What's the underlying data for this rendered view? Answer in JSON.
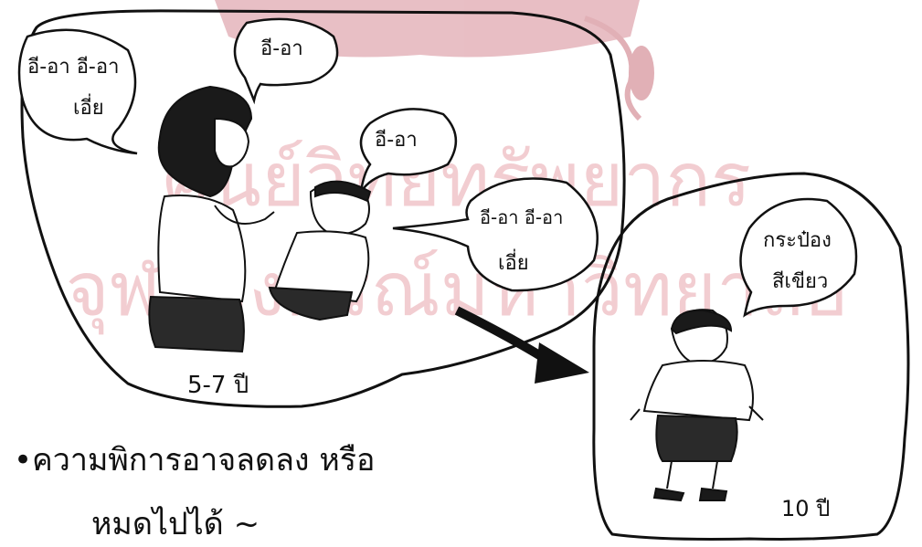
{
  "panel_left": {
    "bubbles": [
      "อี-อา อี-อา",
      "เอี่ย",
      "อี-อา",
      "อี-อา",
      "อี-อา อี-อา",
      "เอี่ย"
    ],
    "age_label": "5-7 ปี"
  },
  "panel_right": {
    "bubble_line1": "กระป๋อง",
    "bubble_line2": "สีเขียว",
    "age_label": "10 ปี"
  },
  "caption": {
    "line1": "•ความพิการอาจลดลง หรือ",
    "line2": "หมดไปได้ ~"
  },
  "watermark": {
    "line1": "ศูนย์วิทยทรัพยากร",
    "line2": "จุฬาลงกรณ์มหาวิทยาลัย",
    "color": "#e9a6ad",
    "seal_color": "#c9707c"
  },
  "colors": {
    "ink": "#111111",
    "paper": "#ffffff"
  }
}
